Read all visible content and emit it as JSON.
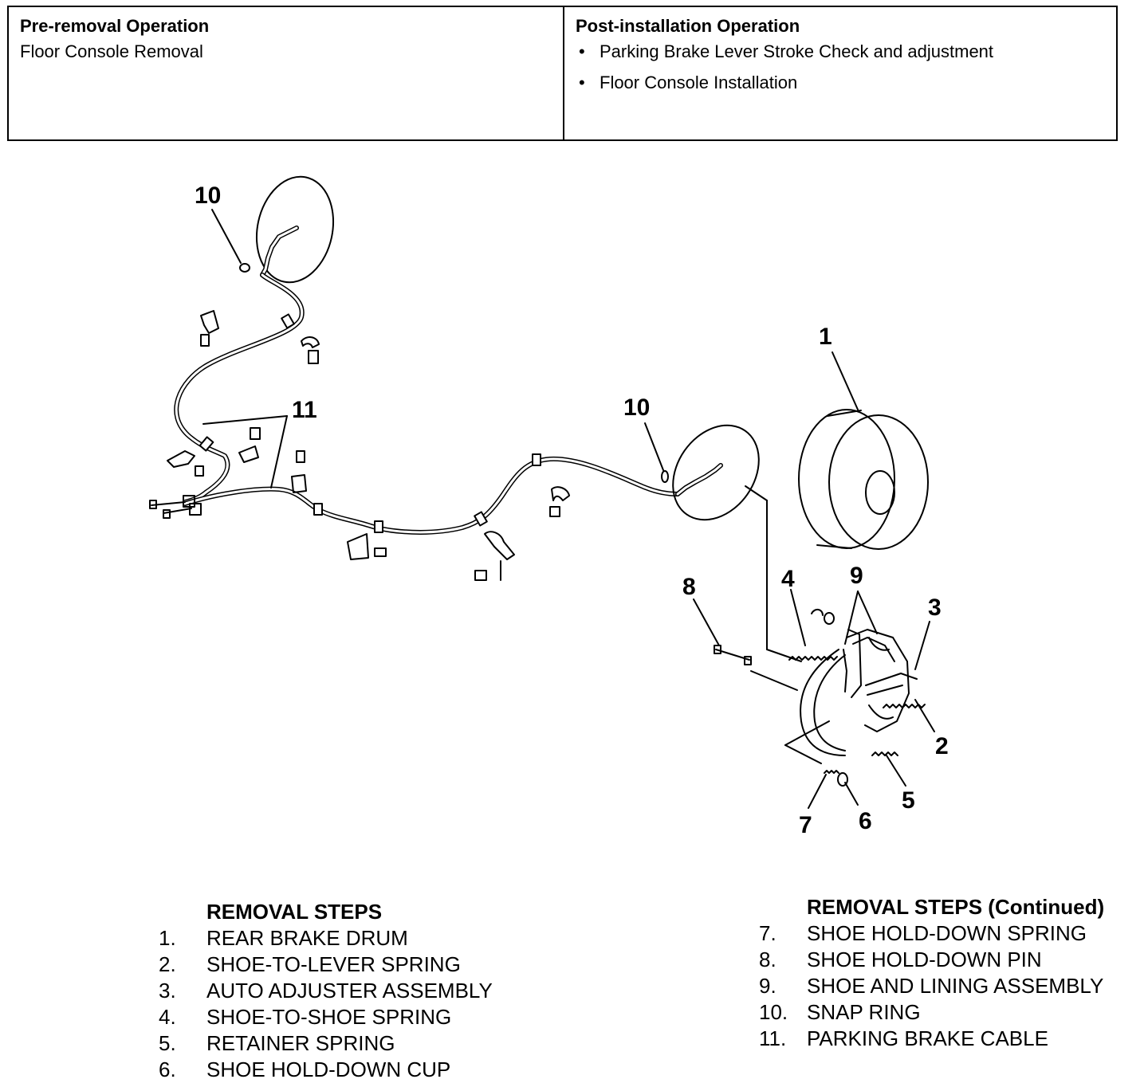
{
  "pre_removal": {
    "heading": "Pre-removal Operation",
    "items": [
      "Floor Console Removal"
    ]
  },
  "post_installation": {
    "heading": "Post-installation Operation",
    "items": [
      "Parking Brake Lever Stroke Check and adjustment",
      "Floor Console Installation"
    ]
  },
  "callouts": {
    "c1": "1",
    "c2": "2",
    "c3": "3",
    "c4": "4",
    "c5": "5",
    "c6": "6",
    "c7": "7",
    "c8": "8",
    "c9": "9",
    "c10a": "10",
    "c10b": "10",
    "c11": "11"
  },
  "removal_steps": {
    "heading": "REMOVAL STEPS",
    "steps": [
      {
        "num": "1.",
        "text": "REAR BRAKE DRUM"
      },
      {
        "num": "2.",
        "text": "SHOE-TO-LEVER SPRING"
      },
      {
        "num": "3.",
        "text": "AUTO ADJUSTER ASSEMBLY"
      },
      {
        "num": "4.",
        "text": "SHOE-TO-SHOE SPRING"
      },
      {
        "num": "5.",
        "text": "RETAINER SPRING"
      },
      {
        "num": "6.",
        "text": "SHOE HOLD-DOWN CUP"
      }
    ]
  },
  "removal_steps_continued": {
    "heading": "REMOVAL STEPS (Continued)",
    "steps": [
      {
        "num": "7.",
        "text": "SHOE HOLD-DOWN SPRING"
      },
      {
        "num": "8.",
        "text": "SHOE HOLD-DOWN PIN"
      },
      {
        "num": "9.",
        "text": "SHOE AND LINING ASSEMBLY"
      },
      {
        "num": "10.",
        "text": "SNAP RING"
      },
      {
        "num": "11.",
        "text": "PARKING BRAKE CABLE"
      }
    ]
  }
}
